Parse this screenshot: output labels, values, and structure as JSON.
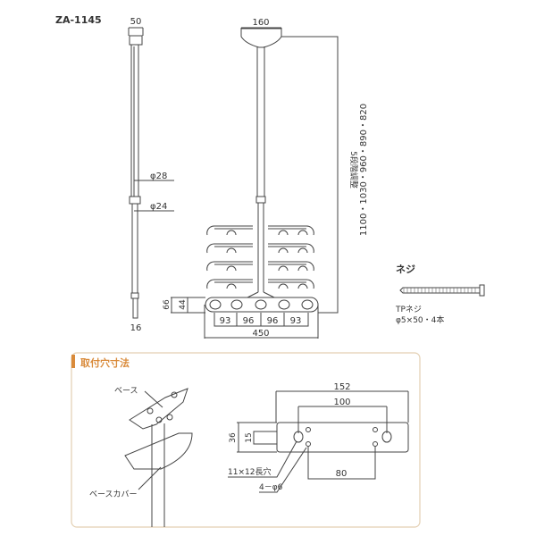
{
  "model": "ZA-1145",
  "side_view": {
    "top_width": "50",
    "upper_diameter": "φ28",
    "lower_diameter": "φ24",
    "bottom_width": "16"
  },
  "front_view": {
    "base_width": "160",
    "height_label": "5段階調整",
    "height_values": "1100・1030・960・890・820",
    "bar_height_outer": "66",
    "bar_height_inner": "44",
    "spacings": [
      "93",
      "96",
      "96",
      "93"
    ],
    "total_width": "450"
  },
  "screw": {
    "title": "ネジ",
    "type": "TPネジ",
    "spec": "φ5×50・4本"
  },
  "mounting": {
    "title": "取付穴寸法",
    "accent_color": "#d98a3a",
    "base_label": "ベース",
    "cover_label": "ベースカバー",
    "width_outer": "152",
    "width_holes": "100",
    "height": "36",
    "slot_height": "15",
    "lower_spacing": "80",
    "slot_label": "11×12長穴",
    "hole_label": "4－φ6"
  }
}
